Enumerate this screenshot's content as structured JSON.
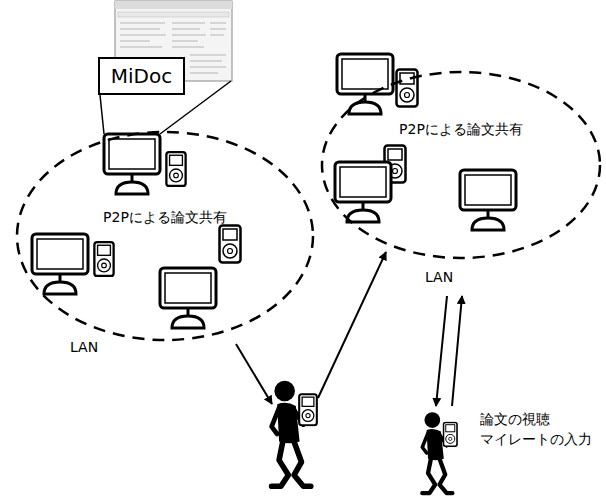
{
  "diagram": {
    "nodes": [
      {
        "text": [
          "MiDoc"
        ]
      },
      {
        "text": [
          "P2Pによる論文共有",
          "LAN"
        ]
      },
      {
        "text": [
          "P2Pによる論文共有",
          "LAN"
        ]
      }
    ],
    "labels": [
      "論文の視聴",
      "マイレートの入力"
    ]
  }
}
